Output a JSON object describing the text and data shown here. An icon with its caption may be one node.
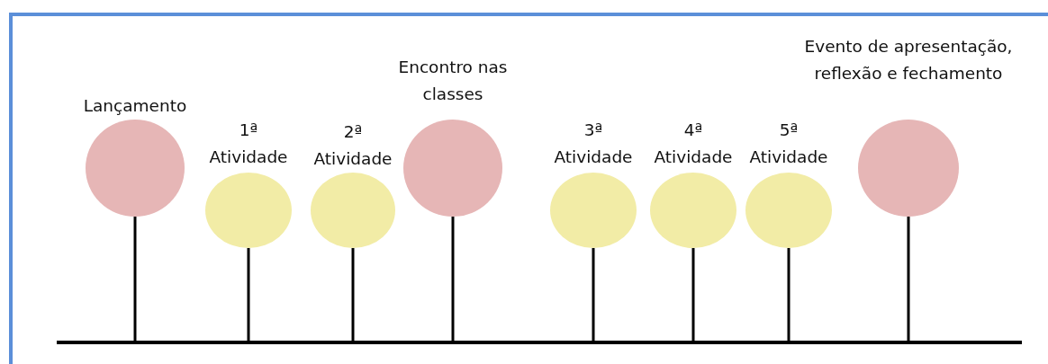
{
  "diagram": {
    "nodes": [
      {
        "text": [
          "Lançamento"
        ]
      },
      {
        "text": [
          "1ª Atividade"
        ]
      },
      {
        "text": [
          "2ª Atividade"
        ]
      },
      {
        "text": [
          "Encontro nas classes"
        ]
      },
      {
        "text": [
          "3ª Atividade"
        ]
      },
      {
        "text": [
          "4ª Atividade"
        ]
      },
      {
        "text": [
          "5ª Atividade"
        ]
      },
      {
        "text": [
          "Evento de apresentação, reflexão e fechamento"
        ]
      },
      {
        "text": [],
        "shape": "bar"
      }
    ],
    "edges": [
      {
        "from": 0,
        "to": 8,
        "arrow": "none"
      },
      {
        "from": 1,
        "to": 8,
        "arrow": "none"
      },
      {
        "from": 2,
        "to": 8,
        "arrow": "none"
      },
      {
        "from": 3,
        "to": 8,
        "arrow": "none"
      },
      {
        "from": 4,
        "to": 8,
        "arrow": "none"
      },
      {
        "from": 5,
        "to": 8,
        "arrow": "none"
      },
      {
        "from": 6,
        "to": 8,
        "arrow": "none"
      },
      {
        "from": 7,
        "to": 8,
        "arrow": "none"
      }
    ]
  }
}
